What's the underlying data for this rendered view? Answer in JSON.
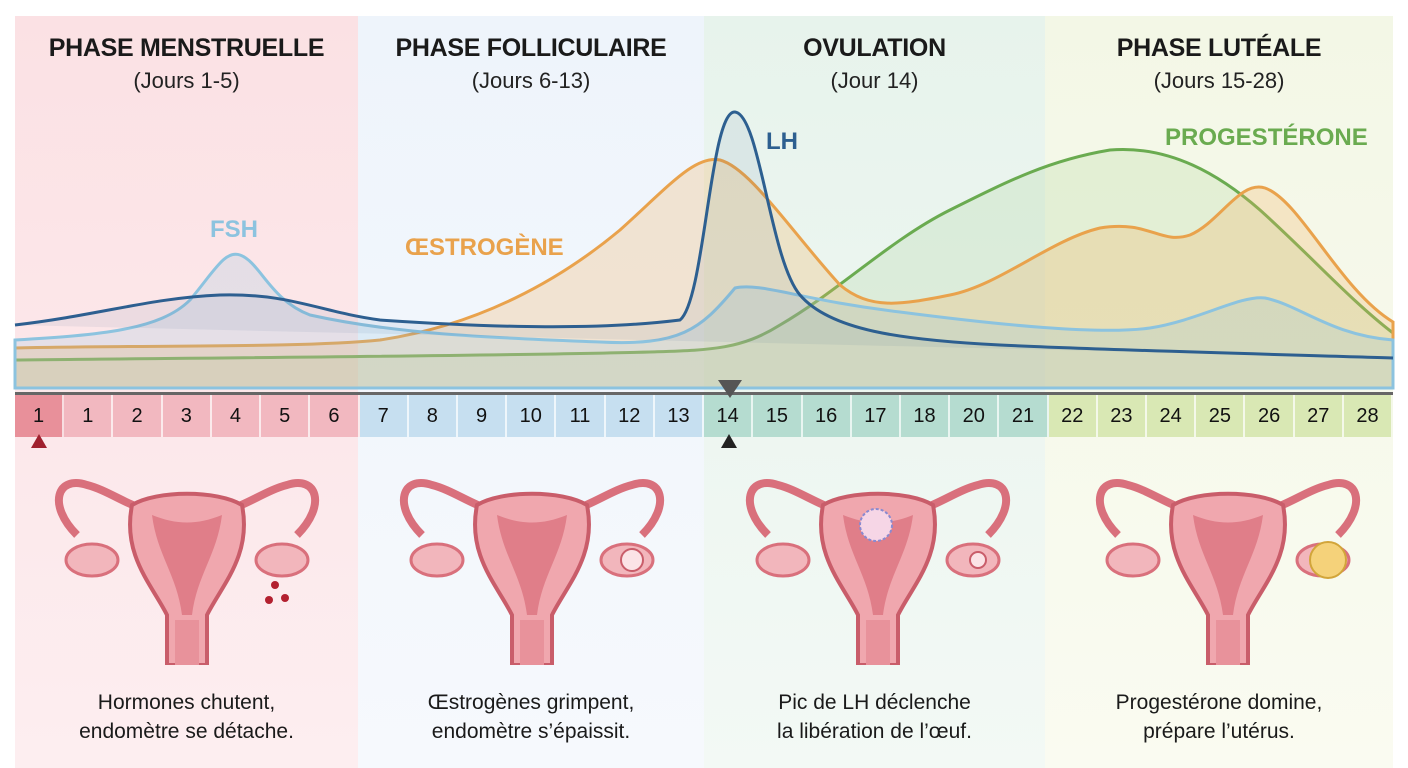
{
  "phases": [
    {
      "title": "PHASE MENSTRUELLE",
      "days": "(Jours 1-5)",
      "caption_line1": "Hormones chutent,",
      "caption_line2": "endomètre se détache."
    },
    {
      "title": "PHASE FOLLICULAIRE",
      "days": "(Jours 6-13)",
      "caption_line1": "Œstrogènes grimpent,",
      "caption_line2": "endomètre s’épaissit."
    },
    {
      "title": "OVULATION",
      "days": "(Jour 14)",
      "caption_line1": "Pic de LH déclenche",
      "caption_line2": "la libération de l’œuf."
    },
    {
      "title": "PHASE LUTÉALE",
      "days": "(Jours 15-28)",
      "caption_line1": "Progestérone domine,",
      "caption_line2": "prépare l’utérus."
    }
  ],
  "hormones": {
    "fsh": "FSH",
    "lh": "LH",
    "estrogen": "ŒSTROGÈNE",
    "progesterone": "PROGESTÉRONE"
  },
  "colors": {
    "fsh": "#8cc3df",
    "lh": "#2d5f90",
    "estrogen": "#e9a24c",
    "progesterone": "#6aab50",
    "menstrual": "#e8909a",
    "follicular": "#c6dff0",
    "ovulation": "#b5dcd0",
    "luteal": "#d9e8b4"
  },
  "day_strip": [
    "1",
    "1",
    "2",
    "3",
    "4",
    "5",
    "6",
    "7",
    "8",
    "9",
    "10",
    "11",
    "12",
    "13",
    "14",
    "15",
    "16",
    "17",
    "18",
    "20",
    "21",
    "22",
    "23",
    "24",
    "25",
    "26",
    "27",
    "28"
  ]
}
